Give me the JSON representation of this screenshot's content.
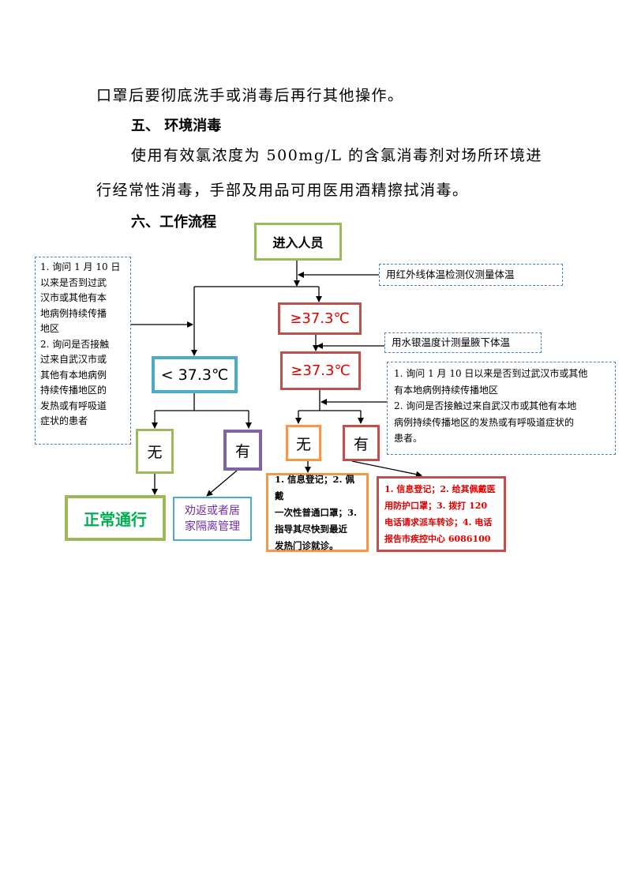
{
  "document": {
    "line1": "口罩后要彻底洗手或消毒后再行其他操作。",
    "section5_title": "五、 环境消毒",
    "section5_line1": "使用有效氯浓度为 500mg/L 的含氯消毒剂对场所环境进",
    "section5_line2": "行经常性消毒，手部及用品可用医用酒精擦拭消毒。",
    "section6_title": "六、工作流程"
  },
  "flowchart": {
    "start": "进入人员",
    "note_infrared": "用红外线体温检测仪测量体温",
    "note_mercury": "用水银温度计测量腋下体温",
    "left_question": [
      "1. 询问 1 月 10 日",
      "以来是否到过武",
      "汉市或其他有本",
      "地病例持续传播",
      "地区",
      "2. 询问是否接触",
      "过来自武汉市或",
      "其他有本地病例",
      "持续传播地区的",
      "发热或有呼吸道",
      "症状的患者"
    ],
    "right_question": [
      "1. 询问 1 月 10 日以来是否到过武汉市或其他",
      "有本地病例持续传播地区",
      "2. 询问是否接触过来自武汉市或其他有本地",
      "病例持续传播地区的发热或有呼吸道症状的",
      "患者。"
    ],
    "temp_high_1": "≥37.3℃",
    "temp_high_2": "≥37.3℃",
    "temp_low": "< 37.3℃",
    "no_label": "无",
    "yes_label": "有",
    "normal_pass": "正常通行",
    "home_isolation": [
      "劝返或者居",
      "家隔离管理"
    ],
    "fever_no_action": [
      "1. 信息登记；2. 佩戴",
      "一次性普通口罩；3.",
      "指导其尽快到最近",
      "发热门诊就诊。"
    ],
    "fever_yes_action": [
      "1. 信息登记；2. 给其佩戴医",
      "用防护口罩；3. 拨打 120",
      "电话请求派车转诊；4. 电话",
      "报告市疾控中心 6086100"
    ],
    "colors": {
      "green": "#9bbb59",
      "blue_dash": "#4f81bd",
      "red": "#c0504d",
      "red_text": "#e00000",
      "teal": "#4bacc6",
      "purple": "#8064a2",
      "orange": "#f79646",
      "purple_text": "#7030a0"
    }
  }
}
